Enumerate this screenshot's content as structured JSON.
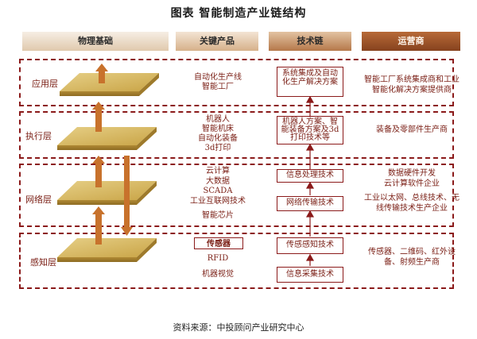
{
  "title": "图表   智能制造产业链结构",
  "headers": [
    "物理基础",
    "关键产品",
    "技术链",
    "运营商"
  ],
  "layers": [
    {
      "name": "应用层",
      "products": [
        "自动化生产线",
        "智能工厂"
      ],
      "tech": [
        "系统集成及自动化生产解决方案"
      ],
      "operators": [
        "智能工厂系统集成商和工业智能化解决方案提供商"
      ]
    },
    {
      "name": "执行层",
      "products": [
        "机器人",
        "智能机床",
        "自动化装备",
        "3d打印"
      ],
      "tech": [
        "机器人方案、智能装备方案及3d打印技术等"
      ],
      "operators": [
        "装备及零部件生产商"
      ]
    },
    {
      "name": "网络层",
      "products": [
        "云计算",
        "大数据",
        "SCADA",
        "工业互联网技术",
        "智能芯片"
      ],
      "tech": [
        "信息处理技术",
        "网络传输技术"
      ],
      "operators": [
        "数据硬件开发",
        "云计算软件企业",
        "工业以太网、总线技术、无线传输技术生产企业"
      ]
    },
    {
      "name": "感知层",
      "products": [
        "传感器",
        "RFID",
        "机器视觉"
      ],
      "tech": [
        "传感感知技术",
        "信息采集技术"
      ],
      "operators": [
        "传感器、二维码、红外设备、射频生产商"
      ]
    }
  ],
  "source": "资料来源：中投顾问产业研究中心",
  "colors": {
    "border": "#8b1a1a",
    "text": "#7a1e14",
    "plate": "#d4b45e",
    "arrow": "#c8722c"
  }
}
